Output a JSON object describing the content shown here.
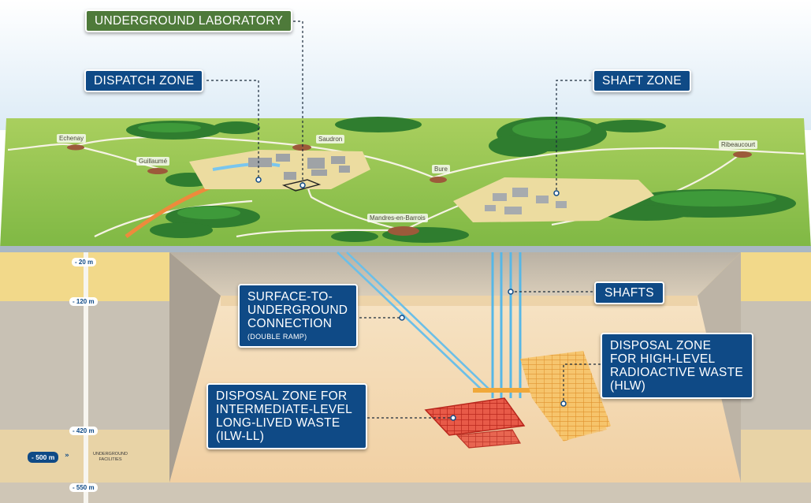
{
  "callouts": {
    "underground_laboratory": "UNDERGROUND LABORATORY",
    "dispatch_zone": "DISPATCH ZONE",
    "shaft_zone": "SHAFT ZONE",
    "shafts": "SHAFTS",
    "surface_connection": {
      "lines": [
        "SURFACE-TO-",
        "UNDERGROUND",
        "CONNECTION"
      ],
      "sub": "(DOUBLE RAMP)"
    },
    "hlw_zone": {
      "lines": [
        "DISPOSAL ZONE",
        "FOR HIGH-LEVEL",
        "RADIOACTIVE WASTE",
        "(HLW)"
      ]
    },
    "ilw_zone": {
      "lines": [
        "DISPOSAL ZONE FOR",
        "INTERMEDIATE-LEVEL",
        "LONG-LIVED WASTE",
        "(ILW-LL)"
      ]
    }
  },
  "towns": {
    "echenay": "Echenay",
    "guillaume": "Guillaumé",
    "saudron": "Saudron",
    "bure": "Bure",
    "mandres": "Mandres-en-Barrois",
    "ribeaucourt": "Ribeaucourt"
  },
  "depths": {
    "d20": "- 20 m",
    "d120": "- 120 m",
    "d420": "- 420 m",
    "d500": "- 500 m",
    "d550": "- 550 m"
  },
  "depth_arrows": "»",
  "underground_facilities": [
    "UNDERGROUND",
    "FACILITIES"
  ],
  "colors": {
    "callout_blue": "#0f4a86",
    "callout_green": "#4e7a3a",
    "grass": "#8cc04a",
    "forest": "#2f7d2f",
    "sand_layer": "#f2d98a",
    "grey_layer": "#c8c1b4",
    "cavity_floor": "#f4d9b4",
    "shaft_blue": "#57b7e6",
    "ilw_red": "#d83a2c",
    "hlw_orange": "#f0a83a",
    "road_orange": "#ee8a3c"
  },
  "icons": [
    "callout-connector-line",
    "callout-anchor-dot",
    "town-marker",
    "shaft-line",
    "disposal-grid",
    "tree-cluster",
    "building-block"
  ]
}
